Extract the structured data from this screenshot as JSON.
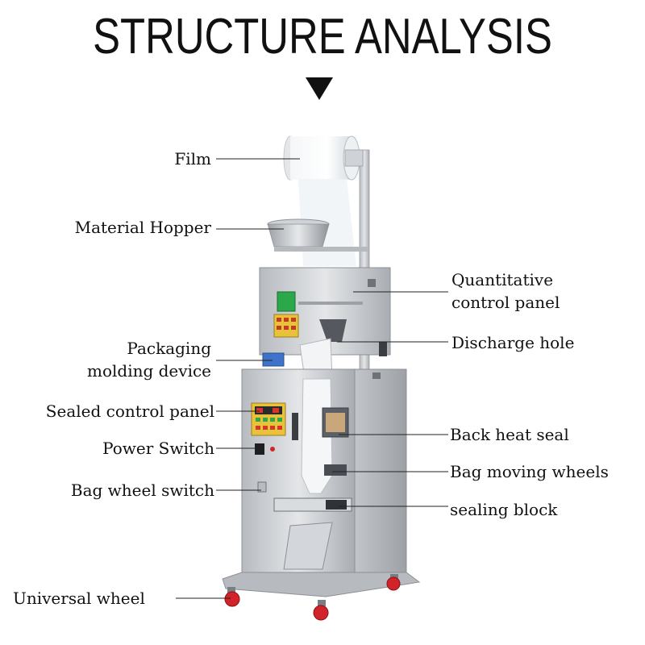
{
  "title": "STRUCTURE ANALYSIS",
  "labels": {
    "film": "Film",
    "material_hopper": "Material Hopper",
    "packaging_molding_device": "Packaging\nmolding device",
    "sealed_control_panel": "Sealed control panel",
    "power_switch": "Power Switch",
    "bag_wheel_switch": "Bag wheel switch",
    "universal_wheel": "Universal wheel",
    "quantitative_control_panel": "Quantitative\ncontrol panel",
    "discharge_hole": "Discharge hole",
    "back_heat_seal": "Back heat seal",
    "bag_moving_wheels": "Bag moving wheels",
    "sealing_block": "sealing block"
  },
  "colors": {
    "steel": "#c9ccd0",
    "steel_dark": "#8c9096",
    "panel_green": "#2aa84a",
    "panel_yellow": "#e8c23a",
    "wheel_red": "#d2232a"
  }
}
